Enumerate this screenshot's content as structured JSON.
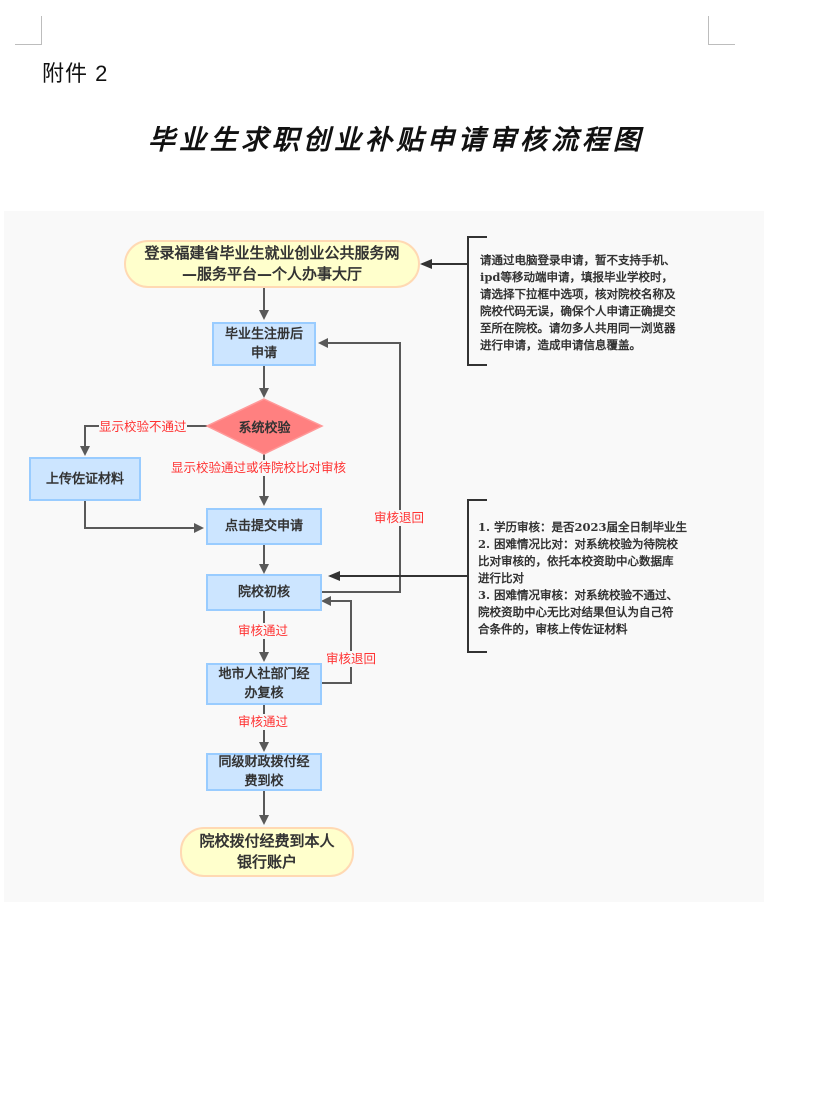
{
  "header": {
    "attachment_label": "附件 2",
    "title": "毕业生求职创业补贴申请审核流程图"
  },
  "flowchart": {
    "nodes": {
      "start": "登录福建省毕业生就业创业公共服务网—服务平台—个人办事大厅",
      "start_line1": "登录福建省毕业生就业创业公共服务网",
      "start_line2": "—服务平台—个人办事大厅",
      "register": "毕业生注册后申请",
      "register_line1": "毕业生注册后",
      "register_line2": "申请",
      "system_check": "系统校验",
      "upload": "上传佐证材料",
      "submit": "点击提交申请",
      "school_review": "院校初核",
      "city_review": "地市人社部门经办复核",
      "city_review_line1": "地市人社部门经",
      "city_review_line2": "办复核",
      "finance": "同级财政拨付经费到校",
      "finance_line1": "同级财政拨付经",
      "finance_line2": "费到校",
      "end": "院校拨付经费到本人银行账户",
      "end_line1": "院校拨付经费到本人",
      "end_line2": "银行账户"
    },
    "edge_labels": {
      "check_fail": "显示校验不通过",
      "check_pass": "显示校验通过或待院校比对审核",
      "school_return": "审核退回",
      "school_pass": "审核通过",
      "city_return": "审核退回",
      "city_pass": "审核通过"
    },
    "notes": {
      "login_note": "请通过电脑登录申请，暂不支持手机、\nipd等移动端申请，填报毕业学校时，\n请选择下拉框中选项，核对院校名称及\n院校代码无误，确保个人申请正确提交\n至所在院校。请勿多人共用同一浏览器\n进行申请，造成申请信息覆盖。",
      "review_note": "1. 学历审核：是否2023届全日制毕业生\n2. 困难情况比对：对系统校验为待院校\n比对审核的，依托本校资助中心数据库\n进行比对\n3. 困难情况审核：对系统校验不通过、\n院校资助中心无比对结果但认为自己符\n合条件的，审核上传佐证材料"
    },
    "colors": {
      "process_fill": "#cce5ff",
      "process_border": "#99ccff",
      "terminal_fill": "#ffffcc",
      "terminal_border": "#ffd9b3",
      "decision_fill": "#ff8080",
      "label_text": "#ff3333",
      "connector": "#595959"
    }
  }
}
